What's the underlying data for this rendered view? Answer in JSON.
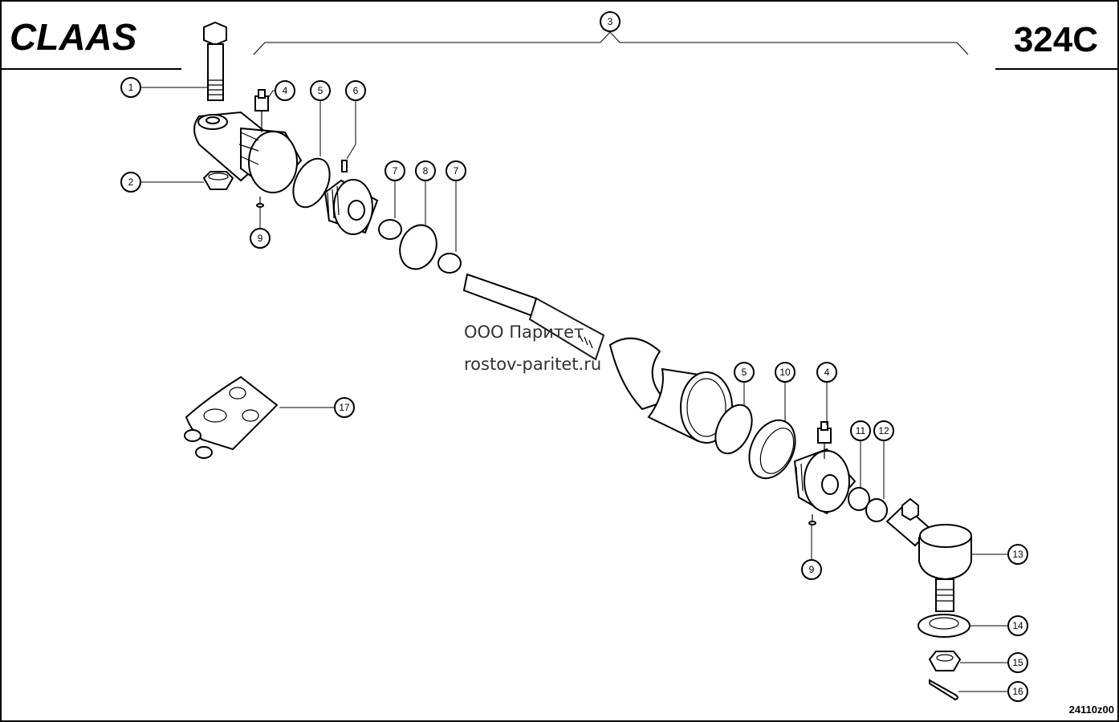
{
  "header": {
    "brand_logo": "CLAAS",
    "drawing_code": "324C"
  },
  "watermark": {
    "company": "ООО Паритет",
    "website": "rostov-paritet.ru"
  },
  "footer": {
    "part_number": "24110z00"
  },
  "callouts": [
    "1",
    "2",
    "3",
    "4",
    "5",
    "6",
    "7",
    "8",
    "7",
    "9",
    "5",
    "10",
    "4",
    "11",
    "12",
    "9",
    "13",
    "14",
    "15",
    "16",
    "17"
  ]
}
